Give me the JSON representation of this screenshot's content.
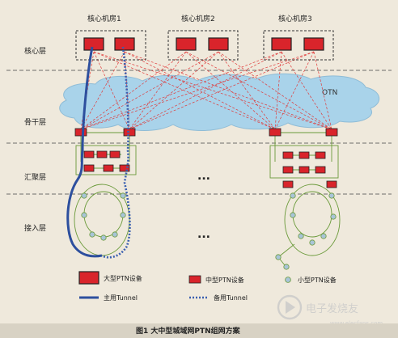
{
  "rooms": [
    "核心机房1",
    "核心机房2",
    "核心机房3"
  ],
  "layers": {
    "core": "核心层",
    "backbone": "骨干层",
    "aggregation": "汇聚层",
    "access": "接入层"
  },
  "cloud_label": "OTN",
  "ellipsis": "...",
  "legend": {
    "large": "大型PTN设备",
    "medium": "中型PTN设备",
    "small": "小型PTN设备",
    "primary": "主用Tunnel",
    "backup": "备用Tunnel"
  },
  "caption": "图1 大中型城域网PTN组网方案",
  "watermark": {
    "main": "电子发烧友",
    "sub": "www.elecfans.com"
  },
  "colors": {
    "device_red": "#d9242b",
    "primary_tunnel": "#2d4f9e",
    "backup_tunnel": "#3a5fb0",
    "mesh_line": "#e03a3a",
    "ring_green": "#6a9a3a",
    "small_node": "#a8c4d8",
    "cloud": "#a9d3ea",
    "background": "#efe9dc"
  }
}
